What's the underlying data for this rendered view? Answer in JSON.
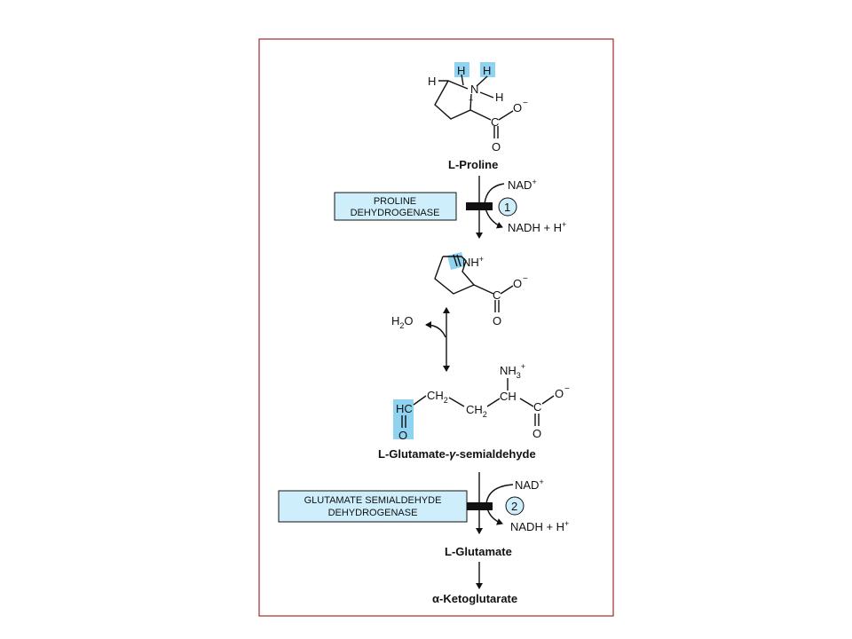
{
  "colors": {
    "frame_border": "#a52a2a",
    "highlight": "#8fd3f0",
    "enzyme_box_fill": "#cdeefa",
    "inhibitor_bar": "#111111"
  },
  "icons": {
    "step_marker": "circled-number",
    "inhibition": "black-bar"
  },
  "proline": {
    "name": "L-Proline",
    "atoms": {
      "h_left": "H",
      "h_hl1": "H",
      "h_hl2": "H",
      "n": "N",
      "n_charge": "+",
      "h_right": "H",
      "c": "C",
      "o_minus": "O",
      "o_minus_charge": "−",
      "o_double": "O"
    }
  },
  "step1": {
    "enzyme_line1": "PROLINE",
    "enzyme_line2": "DEHYDROGENASE",
    "number": "1",
    "cofactor_in": "NAD",
    "cofactor_in_sup": "+",
    "cofactor_out": "NADH + H",
    "cofactor_out_sup": "+"
  },
  "intermediate": {
    "nh": "NH",
    "nh_sup": "+",
    "c": "C",
    "o_minus": "O",
    "o_minus_charge": "−",
    "o_double": "O"
  },
  "hydrolysis": {
    "water": "H",
    "water_sub": "2",
    "water_o": "O"
  },
  "semialdehyde": {
    "name_prefix": "L-Glutamate-",
    "name_gamma": "γ",
    "name_suffix": "-semialdehyde",
    "nh3": "NH",
    "nh3_sub": "3",
    "nh3_sup": "+",
    "hc": "HC",
    "o_ald": "O",
    "ch2_1": "CH",
    "ch2_1_sub": "2",
    "ch2_2": "CH",
    "ch2_2_sub": "2",
    "ch": "CH",
    "c": "C",
    "o_minus": "O",
    "o_minus_charge": "−",
    "o_double": "O"
  },
  "step2": {
    "enzyme_line1": "GLUTAMATE SEMIALDEHYDE",
    "enzyme_line2": "DEHYDROGENASE",
    "number": "2",
    "cofactor_in": "NAD",
    "cofactor_in_sup": "+",
    "cofactor_out": "NADH + H",
    "cofactor_out_sup": "+"
  },
  "glutamate": {
    "name": "L-Glutamate"
  },
  "ketoglutarate": {
    "name_prefix": "α",
    "name_suffix": "-Ketoglutarate"
  }
}
